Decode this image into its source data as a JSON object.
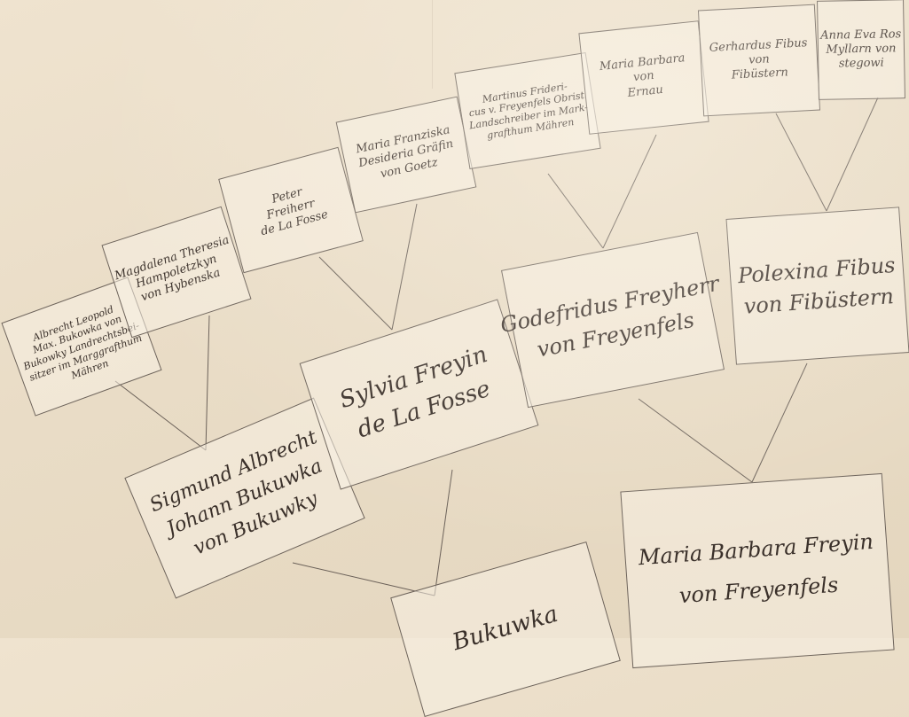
{
  "tree": {
    "upper_row": [
      {
        "lines": [
          "Albrecht Leopold",
          "Max. Bukowka von",
          "Bukowky Landrechtsbei-",
          "sitzer im Marggrafthum",
          "Mähren"
        ]
      },
      {
        "lines": [
          "Magdalena Theresia",
          "Hampoletzkyn",
          "von Hybenska"
        ]
      },
      {
        "lines": [
          "Peter",
          "Freiherr",
          "de La Fosse"
        ]
      },
      {
        "lines": [
          "Maria Franziska",
          "Desideria Gräfin",
          "von Goetz"
        ]
      },
      {
        "lines": [
          "Martinus Frideri-",
          "cus v. Freyenfels Obrist",
          "Landschreiber im Mark-",
          "grafthum Mähren"
        ]
      },
      {
        "lines": [
          "Maria Barbara",
          "von",
          "Ernau"
        ]
      },
      {
        "lines": [
          "Gerhardus Fibus",
          "von",
          "Fibüstern"
        ]
      },
      {
        "lines": [
          "Anna Eva Ros",
          "Myllarn von",
          "stegowi"
        ]
      }
    ],
    "middle_row": [
      {
        "lines": [
          "Sigmund Albrecht",
          "Johann Bukuwka",
          "von Bukuwky"
        ]
      },
      {
        "lines": [
          "Sylvia Freyin",
          "de La Fosse"
        ]
      },
      {
        "lines": [
          "Godefridus Freyherr",
          "von Freyenfels"
        ]
      },
      {
        "lines": [
          "Polexina Fibus",
          "von Fibüstern"
        ]
      }
    ],
    "lower_row": [
      {
        "lines": [
          "Bukuwka"
        ]
      },
      {
        "lines": [
          "Maria Barbara Freyin",
          "von Freyenfels"
        ]
      }
    ]
  }
}
